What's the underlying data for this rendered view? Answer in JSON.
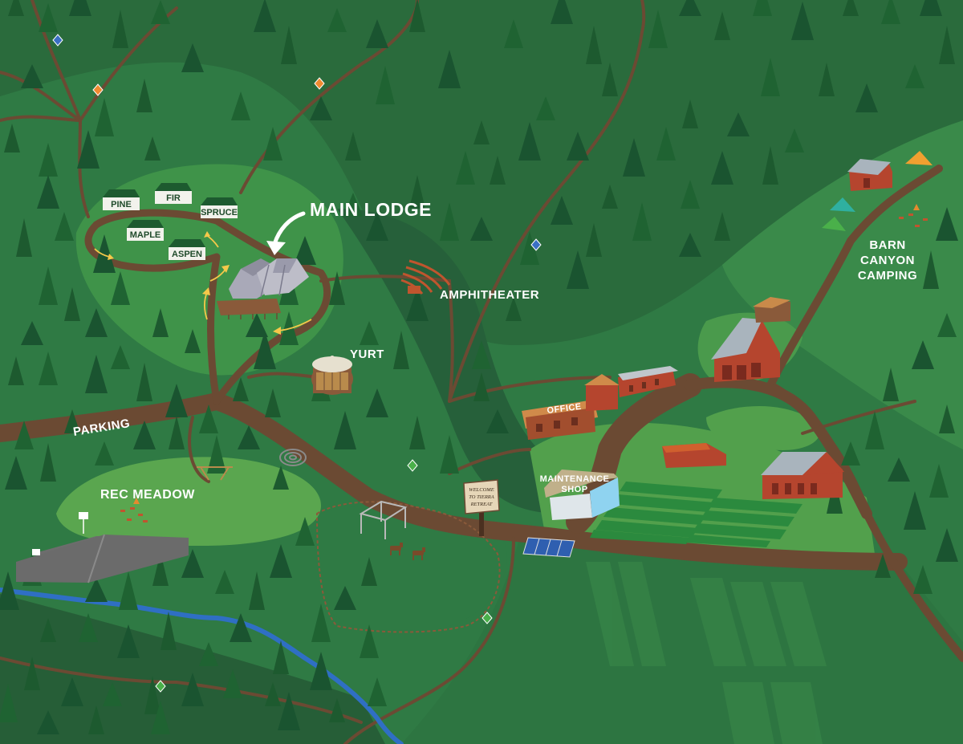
{
  "map": {
    "labels": {
      "main_lodge": "MAIN LODGE",
      "amphitheater": "AMPHITHEATER",
      "yurt": "YURT",
      "parking": "PARKING",
      "rec_meadow": "REC MEADOW",
      "office": "OFFICE",
      "maintenance_line1": "MAINTENANCE",
      "maintenance_line2": "SHOP",
      "barn_line1": "BARN",
      "barn_line2": "CANYON",
      "barn_line3": "CAMPING"
    },
    "cabins": {
      "pine": "PINE",
      "fir": "FIR",
      "spruce": "SPRUCE",
      "maple": "MAPLE",
      "aspen": "ASPEN"
    },
    "sign": {
      "line1": "WELCOME",
      "line2": "TO TIERRA",
      "line3": "RETREAT"
    },
    "colors": {
      "forest_dark": "#2a6b3c",
      "forest_mid": "#2f7a44",
      "meadow_light": "#5aa64f",
      "trail_brown": "#6b4a33",
      "river_blue": "#2f6fc4",
      "barn_red": "#b5452e",
      "tree_green": "#1d5a2f"
    }
  }
}
